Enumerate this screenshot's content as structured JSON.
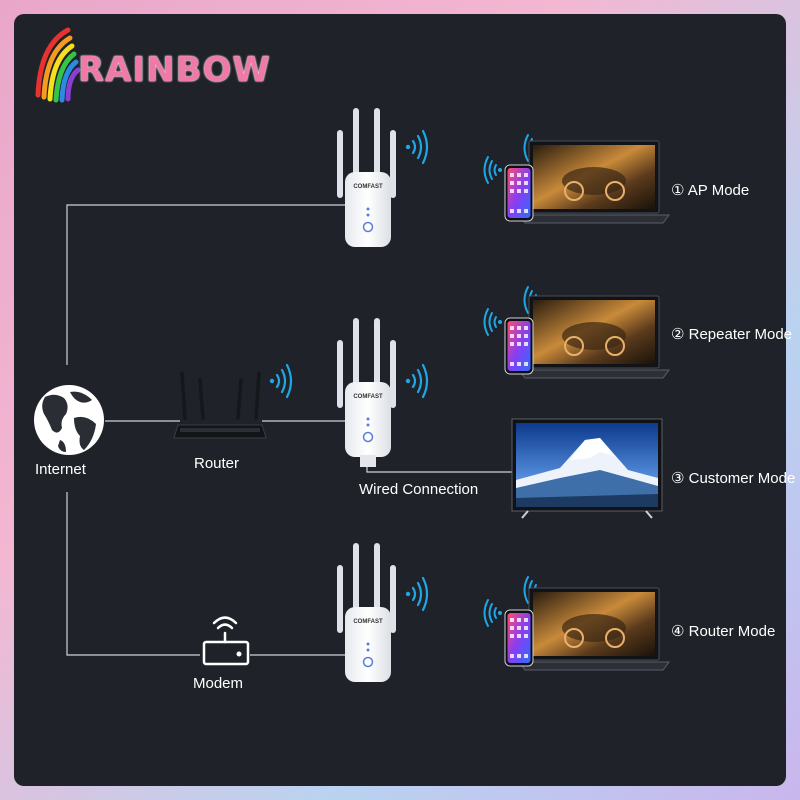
{
  "brand": {
    "name": "RAINBOW",
    "color": "#f07aa7"
  },
  "nodes": {
    "internet": "Internet",
    "router": "Router",
    "modem": "Modem",
    "wired": "Wired Connection"
  },
  "device_brand": "COMFAST",
  "modes": [
    {
      "label": "① AP Mode"
    },
    {
      "label": "② Repeater Mode"
    },
    {
      "label": "③ Customer Mode"
    },
    {
      "label": "④ Router Mode"
    }
  ],
  "colors": {
    "background": "#1f2228",
    "wifi": "#1ea7e8",
    "line": "#cfd3d8",
    "led": "#5a7de0"
  }
}
